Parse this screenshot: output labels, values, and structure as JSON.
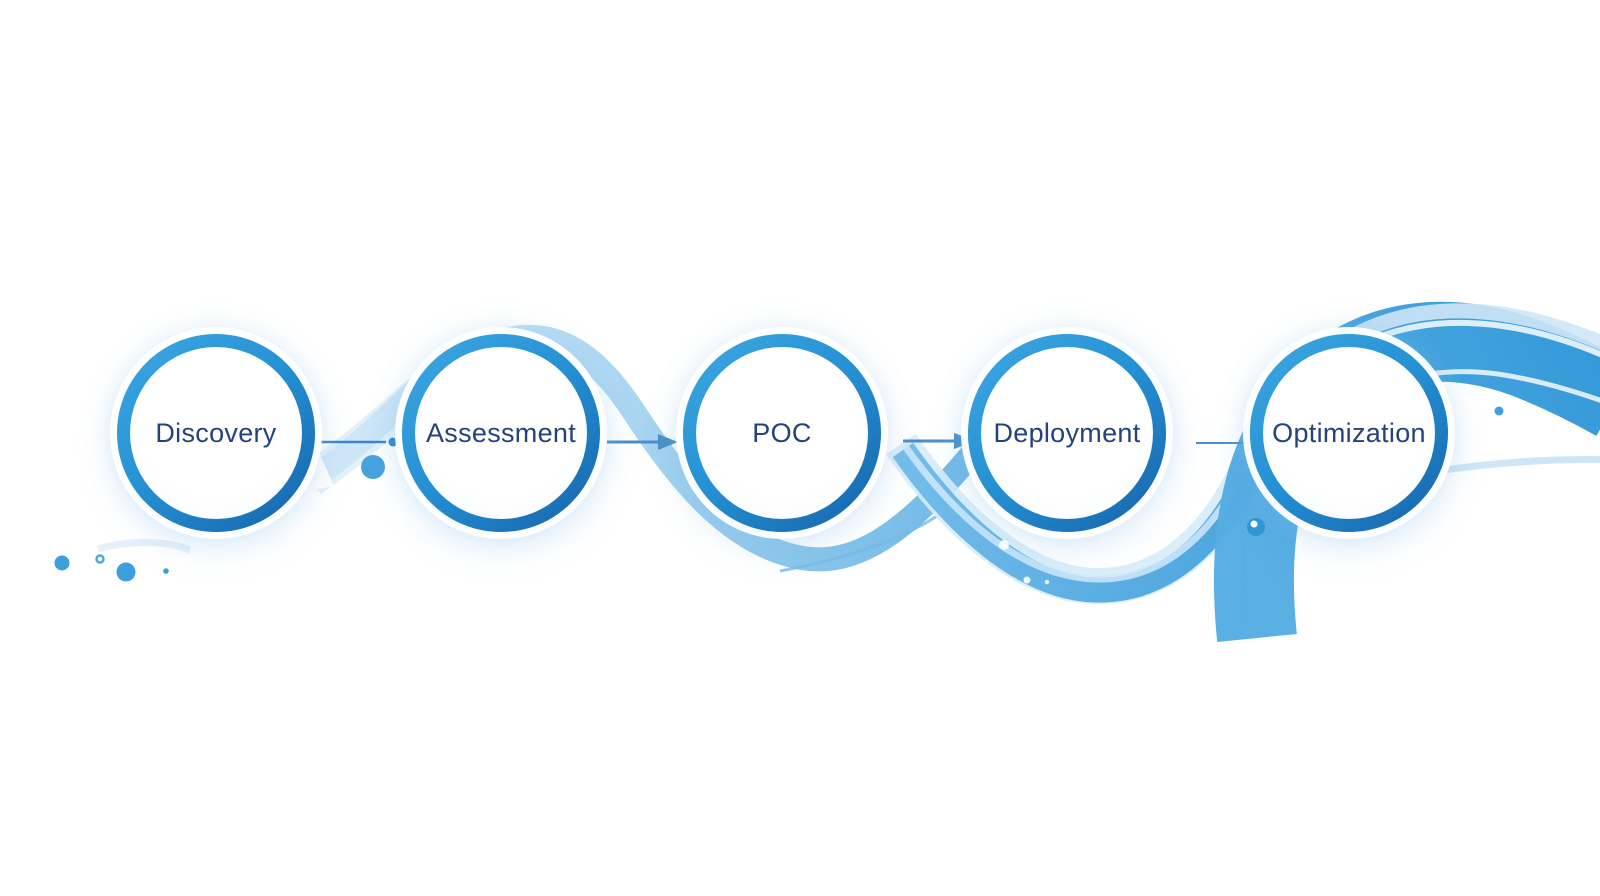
{
  "diagram": {
    "type": "process-flow",
    "steps": [
      {
        "id": "discovery",
        "label": "Discovery"
      },
      {
        "id": "assessment",
        "label": "Assessment"
      },
      {
        "id": "poc",
        "label": "POC"
      },
      {
        "id": "deployment",
        "label": "Deployment"
      },
      {
        "id": "optimization",
        "label": "Optimization"
      }
    ],
    "connectors": [
      {
        "from": "discovery",
        "to": "assessment",
        "style": "line-with-dot"
      },
      {
        "from": "assessment",
        "to": "poc",
        "style": "arrow"
      },
      {
        "from": "poc",
        "to": "deployment",
        "style": "arrow"
      },
      {
        "from": "deployment",
        "to": "optimization",
        "style": "line"
      }
    ],
    "colors": {
      "ring_gradient_start": "#3fa9e3",
      "ring_gradient_mid": "#2590d3",
      "ring_gradient_end": "#1562a9",
      "label_text": "#24427c",
      "ribbon_main": "#49a6e0",
      "ribbon_light": "#bfe0f4",
      "arrow": "#4a8fca",
      "background": "#ffffff"
    }
  }
}
